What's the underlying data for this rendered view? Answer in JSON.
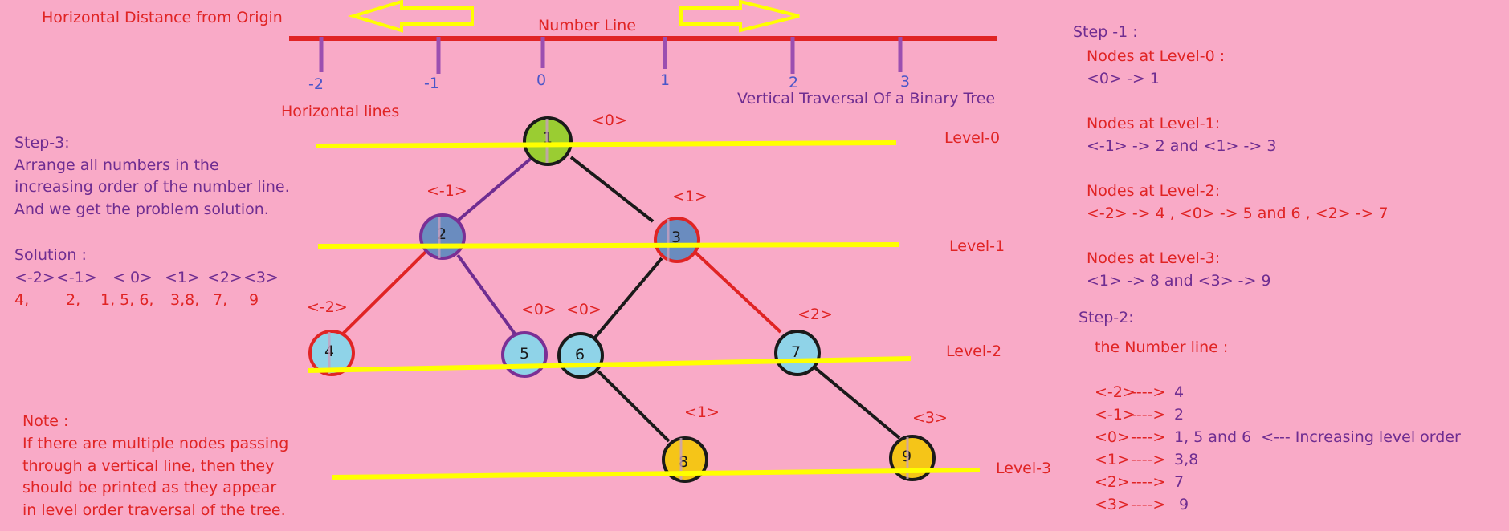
{
  "header": {
    "hd_label": "Horizontal Distance from Origin",
    "number_line_label": "Number Line",
    "horizontal_lines_label": "Horizontal lines",
    "title": "Vertical Traversal Of a Binary Tree"
  },
  "number_line": {
    "ticks": [
      "-2",
      "-1",
      "0",
      "1",
      "2",
      "3"
    ]
  },
  "levels": [
    "Level-0",
    "Level-1",
    "Level-2",
    "Level-3"
  ],
  "tree": {
    "nodes": [
      {
        "id": "1",
        "hd": "<0>"
      },
      {
        "id": "2",
        "hd": "<-1>"
      },
      {
        "id": "3",
        "hd": "<1>"
      },
      {
        "id": "4",
        "hd": "<-2>"
      },
      {
        "id": "5",
        "hd": "<0>"
      },
      {
        "id": "6",
        "hd": "<0>"
      },
      {
        "id": "7",
        "hd": "<2>"
      },
      {
        "id": "8",
        "hd": "<1>"
      },
      {
        "id": "9",
        "hd": "<3>"
      }
    ]
  },
  "step3": {
    "heading": "Step-3:",
    "lines": [
      "Arrange all numbers in the",
      "increasing order of the number line.",
      "And we get the problem solution."
    ],
    "solution_heading": "Solution :",
    "solution_headers": [
      "<-2>",
      "<-1>",
      "< 0>",
      "<1>",
      "<2>",
      "<3>"
    ],
    "solution_values": [
      "4,",
      "2,",
      "1, 5, 6,",
      "3,8,",
      "7,",
      "9"
    ]
  },
  "note": {
    "heading": "Note :",
    "lines": [
      "If there are multiple nodes passing",
      "through a vertical line, then they",
      "should be printed as they appear",
      "in level order traversal of the tree."
    ]
  },
  "step1": {
    "heading": "Step -1 :",
    "groups": [
      {
        "title": "Nodes at Level-0 :",
        "text": "<0> -> 1"
      },
      {
        "title": "Nodes at Level-1:",
        "text": "<-1> -> 2 and <1> -> 3"
      },
      {
        "title": "Nodes at Level-2:",
        "text": "<-2> -> 4 , <0> -> 5 and 6 , <2> -> 7"
      },
      {
        "title": "Nodes at Level-3:",
        "text": "<1> -> 8 and <3> -> 9"
      }
    ]
  },
  "step2": {
    "heading": "Step-2:",
    "subtitle": "the Number line :",
    "rows": [
      {
        "key": "<-2>",
        "arrow": "---->",
        "value": "4"
      },
      {
        "key": "<-1>",
        "arrow": "---->",
        "value": "2"
      },
      {
        "key": "<0>",
        "arrow": "---->",
        "value": "1, 5 and 6  <--- Increasing level order"
      },
      {
        "key": "<1>",
        "arrow": "---->",
        "value": "3,8"
      },
      {
        "key": "<2>",
        "arrow": "---->",
        "value": "7"
      },
      {
        "key": "<3>",
        "arrow": "---->",
        "value": " 9"
      }
    ]
  },
  "colors": {
    "background": "#f9aac7",
    "number_line": "#e02424",
    "level_line": "#ffff00",
    "red_text": "#e02424",
    "purple_text": "#6f2d91",
    "root_fill": "#9acd32",
    "inner_fill": "#6a8cbf",
    "leaf_fill": "#8fd3e8",
    "bottom_fill": "#f5c518"
  }
}
